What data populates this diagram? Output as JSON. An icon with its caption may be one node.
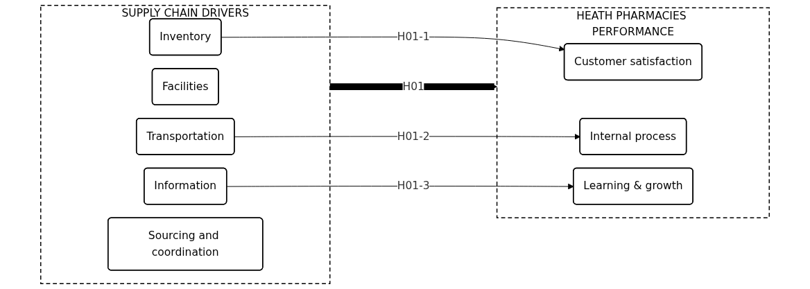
{
  "diagram": {
    "nodes": [
      {
        "text": [
          "SUPPLY CHAIN DRIVERS"
        ]
      },
      {
        "text": [
          "Facilities"
        ],
        "in": 0
      },
      {
        "text": [
          "Inventory"
        ],
        "in": 0
      },
      {
        "text": [
          "Transportation"
        ],
        "in": 0
      },
      {
        "text": [
          "Information"
        ],
        "in": 0
      },
      {
        "text": [
          "Sourcing and coordination"
        ],
        "in": 0
      },
      {
        "text": [
          "HEATH PHARMACIES PERFORMANCE"
        ]
      },
      {
        "text": [
          "Customer satisfaction"
        ],
        "in": 6
      },
      {
        "text": [
          "Internal process"
        ],
        "in": 6
      },
      {
        "text": [
          "Learning & growth"
        ],
        "in": 6
      }
    ],
    "edges": [
      {
        "from": 0,
        "to": 6,
        "arrow": "to",
        "label": "H01",
        "style": "thick"
      },
      {
        "from": 2,
        "to": 7,
        "arrow": "to",
        "label": "H01-1"
      },
      {
        "from": 3,
        "to": 8,
        "arrow": "to",
        "label": "H01-2"
      },
      {
        "from": 4,
        "to": 9,
        "arrow": "to",
        "label": "H01-3"
      }
    ]
  }
}
